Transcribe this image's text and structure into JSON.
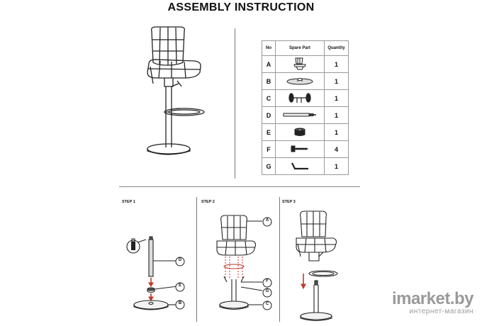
{
  "title": "ASSEMBLY INSTRUCTION",
  "parts_table": {
    "headers": [
      "No",
      "Spare Part",
      "Quantity"
    ],
    "rows": [
      {
        "no": "A",
        "part_icon": "seat-icon",
        "qty": "1"
      },
      {
        "no": "B",
        "part_icon": "base-plate-icon",
        "qty": "1"
      },
      {
        "no": "C",
        "part_icon": "gas-lift-mechanism-icon",
        "qty": "1"
      },
      {
        "no": "D",
        "part_icon": "gas-cylinder-icon",
        "qty": "1"
      },
      {
        "no": "E",
        "part_icon": "cover-cap-icon",
        "qty": "1"
      },
      {
        "no": "F",
        "part_icon": "bolt-icon",
        "qty": "4"
      },
      {
        "no": "G",
        "part_icon": "allen-key-icon",
        "qty": "1"
      }
    ]
  },
  "steps": {
    "step1": {
      "label": "STEP 1",
      "callouts": [
        "D",
        "E",
        "B"
      ]
    },
    "step2": {
      "label": "STEP 2",
      "callouts": [
        "A",
        "F",
        "G",
        "C"
      ]
    },
    "step3": {
      "label": "STEP 3"
    }
  },
  "watermark": {
    "brand": "imarket.by",
    "subtitle": "интернет-магазин"
  }
}
